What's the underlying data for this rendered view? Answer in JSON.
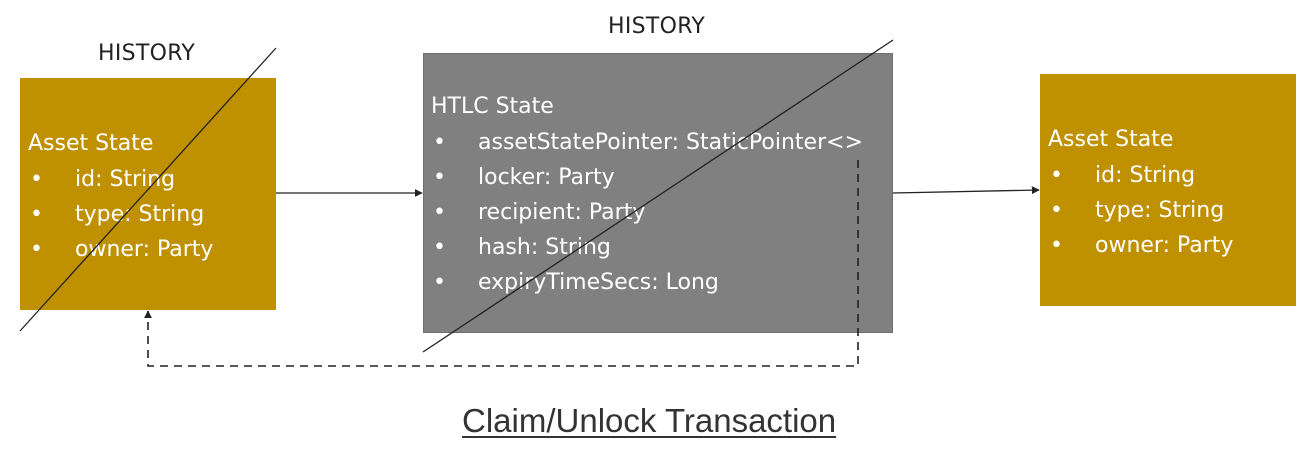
{
  "colors": {
    "asset_box": "#bf9000",
    "htlc_box": "#808080",
    "text_on_box": "#ffffff",
    "lines": "#222222"
  },
  "left_history_label": "HISTORY",
  "middle_history_label": "HISTORY",
  "left_asset": {
    "title": "Asset State",
    "fields": [
      "id: String",
      "type: String",
      "owner: Party"
    ]
  },
  "htlc": {
    "title": "HTLC State",
    "fields": [
      "assetStatePointer: StaticPointer<>",
      "locker: Party",
      "recipient: Party",
      "hash: String",
      "expiryTimeSecs: Long"
    ]
  },
  "right_asset": {
    "title": "Asset State",
    "fields": [
      "id: String",
      "type: String",
      "owner: Party"
    ]
  },
  "caption": "Claim/Unlock Transaction"
}
